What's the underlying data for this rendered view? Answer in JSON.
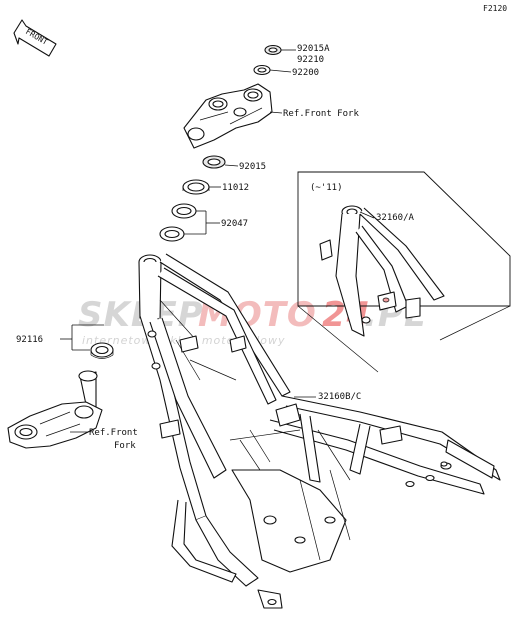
{
  "figure_code": "F2120",
  "front_arrow": "FRONT",
  "parts": {
    "p92015a": "92015A",
    "p92210": "92210",
    "p92200": "92200",
    "ref_front_fork_top": "Ref.Front Fork",
    "p92015": "92015",
    "p11012": "11012",
    "p92047": "92047",
    "p92116": "92116",
    "ref_front_fork_bottom_1": "Ref.Front",
    "ref_front_fork_bottom_2": "Fork",
    "p32160bc": "32160B/C",
    "p32160a": "32160/A"
  },
  "inset": {
    "label": "(~'11)"
  },
  "watermark": {
    "brand_a": "SKLEP",
    "brand_b": "MOTO",
    "brand_c": "24",
    "brand_d": ".PL",
    "tagline": "internetowy sklep motocyklowy",
    "colors": {
      "grey": "#cfcfcf",
      "red": "#f2b8b8"
    }
  }
}
